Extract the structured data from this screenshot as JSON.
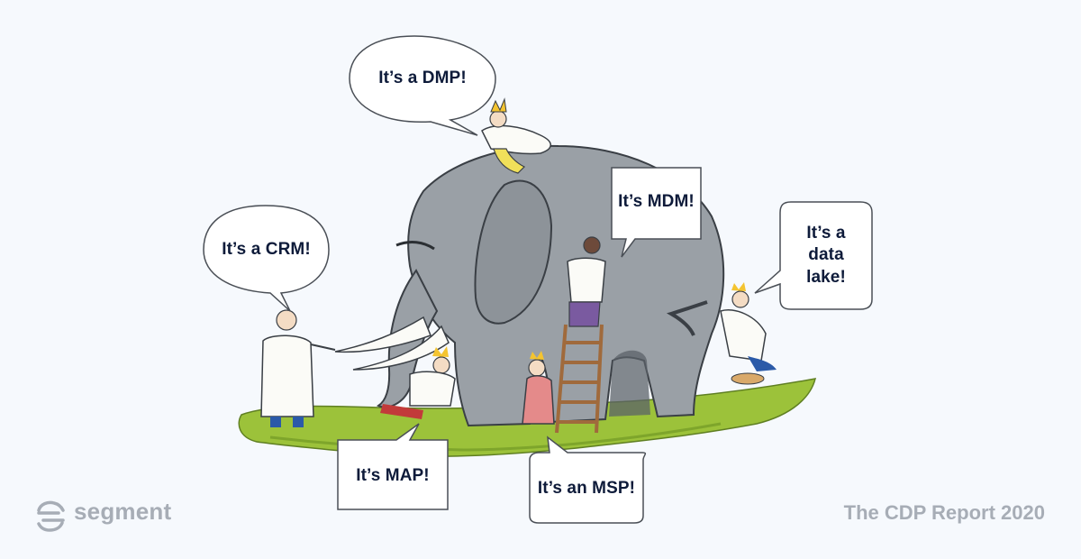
{
  "bubbles": {
    "dmp": "It’s a DMP!",
    "mdm": "It’s MDM!",
    "crm": "It’s a CRM!",
    "data_lake": [
      "It’s a",
      "data",
      "lake!"
    ],
    "map": "It’s MAP!",
    "msp": "It’s an MSP!"
  },
  "footer": {
    "brand": "segment",
    "report": "The CDP Report 2020"
  },
  "colors": {
    "background": "#f6f9fd",
    "grass": "#9cc23a",
    "elephant": "#9aa0a6",
    "text": "#0e1b3a",
    "footer_text": "#a7adb6"
  }
}
